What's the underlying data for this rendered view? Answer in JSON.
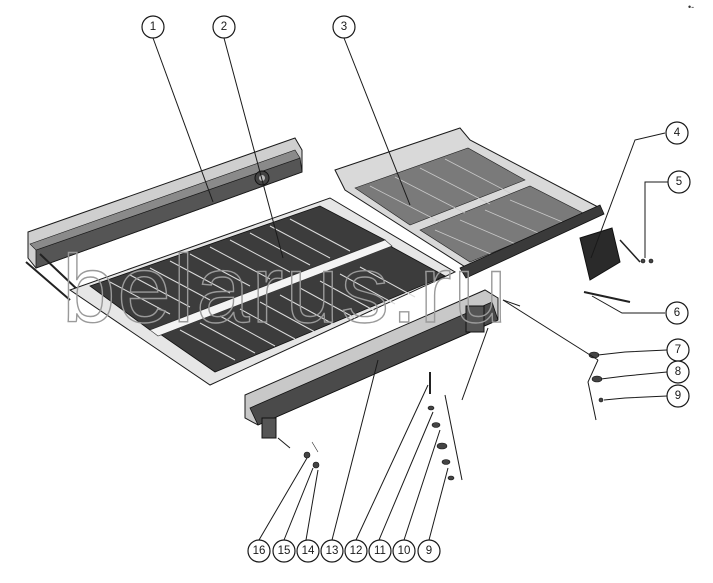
{
  "callouts": {
    "c1": "1",
    "c2": "2",
    "c3": "3",
    "c4": "4",
    "c5": "5",
    "c6": "6",
    "c7": "7",
    "c8": "8",
    "c9a": "9",
    "c16": "16",
    "c15": "15",
    "c14": "14",
    "c13": "13",
    "c12": "12",
    "c11": "11",
    "c10": "10",
    "c9b": "9"
  },
  "watermark": "belarus.ru",
  "corner_mark": "•-",
  "colors": {
    "ink": "#1a1a1a",
    "panel_light": "#d9d9d9",
    "panel_dark": "#4a4a4a",
    "grid": "#8c8c8c"
  }
}
